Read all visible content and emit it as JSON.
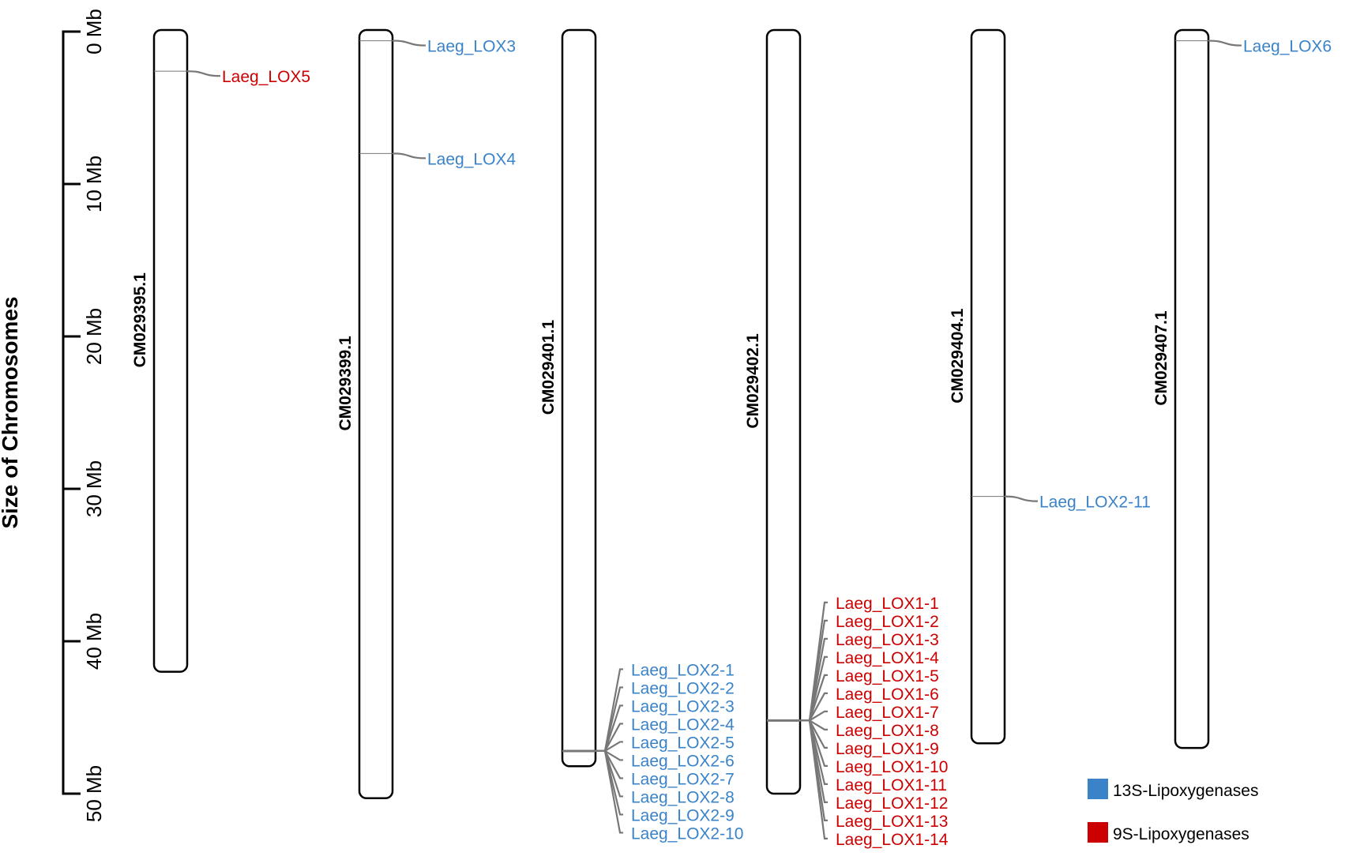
{
  "chart_data": {
    "type": "chromosome-map",
    "axis": {
      "title": "Size of Chromosomes",
      "range": [
        0,
        50
      ],
      "ticks": [
        {
          "value": 0,
          "label": "0 Mb"
        },
        {
          "value": 10,
          "label": "10 Mb"
        },
        {
          "value": 20,
          "label": "20 Mb"
        },
        {
          "value": 30,
          "label": "30 Mb"
        },
        {
          "value": 40,
          "label": "40 Mb"
        },
        {
          "value": 50,
          "label": "50 Mb"
        }
      ]
    },
    "chromosomes": [
      {
        "name": "CM029395.1",
        "length": 42,
        "genes": [
          {
            "name": "Laeg_LOX5",
            "class": "9S",
            "pos": 2.6
          }
        ]
      },
      {
        "name": "CM029399.1",
        "length": 50.3,
        "genes": [
          {
            "name": "Laeg_LOX3",
            "class": "13S",
            "pos": 0.6
          },
          {
            "name": "Laeg_LOX4",
            "class": "13S",
            "pos": 8.0
          }
        ]
      },
      {
        "name": "CM029401.1",
        "length": 48.2,
        "genes": [
          {
            "name": "Laeg_LOX2-1",
            "class": "13S",
            "pos": 47.2
          },
          {
            "name": "Laeg_LOX2-2",
            "class": "13S",
            "pos": 47.2
          },
          {
            "name": "Laeg_LOX2-3",
            "class": "13S",
            "pos": 47.2
          },
          {
            "name": "Laeg_LOX2-4",
            "class": "13S",
            "pos": 47.2
          },
          {
            "name": "Laeg_LOX2-5",
            "class": "13S",
            "pos": 47.2
          },
          {
            "name": "Laeg_LOX2-6",
            "class": "13S",
            "pos": 47.2
          },
          {
            "name": "Laeg_LOX2-7",
            "class": "13S",
            "pos": 47.2
          },
          {
            "name": "Laeg_LOX2-8",
            "class": "13S",
            "pos": 47.2
          },
          {
            "name": "Laeg_LOX2-9",
            "class": "13S",
            "pos": 47.2
          },
          {
            "name": "Laeg_LOX2-10",
            "class": "13S",
            "pos": 47.2
          }
        ]
      },
      {
        "name": "CM029402.1",
        "length": 50.0,
        "genes": [
          {
            "name": "Laeg_LOX1-1",
            "class": "9S",
            "pos": 45.2
          },
          {
            "name": "Laeg_LOX1-2",
            "class": "9S",
            "pos": 45.2
          },
          {
            "name": "Laeg_LOX1-3",
            "class": "9S",
            "pos": 45.2
          },
          {
            "name": "Laeg_LOX1-4",
            "class": "9S",
            "pos": 45.2
          },
          {
            "name": "Laeg_LOX1-5",
            "class": "9S",
            "pos": 45.2
          },
          {
            "name": "Laeg_LOX1-6",
            "class": "9S",
            "pos": 45.2
          },
          {
            "name": "Laeg_LOX1-7",
            "class": "9S",
            "pos": 45.2
          },
          {
            "name": "Laeg_LOX1-8",
            "class": "9S",
            "pos": 45.2
          },
          {
            "name": "Laeg_LOX1-9",
            "class": "9S",
            "pos": 45.2
          },
          {
            "name": "Laeg_LOX1-10",
            "class": "9S",
            "pos": 45.2
          },
          {
            "name": "Laeg_LOX1-11",
            "class": "9S",
            "pos": 45.2
          },
          {
            "name": "Laeg_LOX1-12",
            "class": "9S",
            "pos": 45.2
          },
          {
            "name": "Laeg_LOX1-13",
            "class": "9S",
            "pos": 45.2
          },
          {
            "name": "Laeg_LOX1-14",
            "class": "9S",
            "pos": 45.2
          }
        ]
      },
      {
        "name": "CM029404.1",
        "length": 46.7,
        "genes": [
          {
            "name": "Laeg_LOX2-11",
            "class": "13S",
            "pos": 30.5
          }
        ]
      },
      {
        "name": "CM029407.1",
        "length": 47.0,
        "genes": [
          {
            "name": "Laeg_LOX6",
            "class": "13S",
            "pos": 0.6
          }
        ]
      }
    ],
    "legend": [
      {
        "class": "13S",
        "label": "13S-Lipoxygenases",
        "color": "#3b83c8"
      },
      {
        "class": "9S",
        "label": "9S-Lipoxygenases",
        "color": "#cc0000"
      }
    ],
    "legend_placement": "bottom-right"
  }
}
